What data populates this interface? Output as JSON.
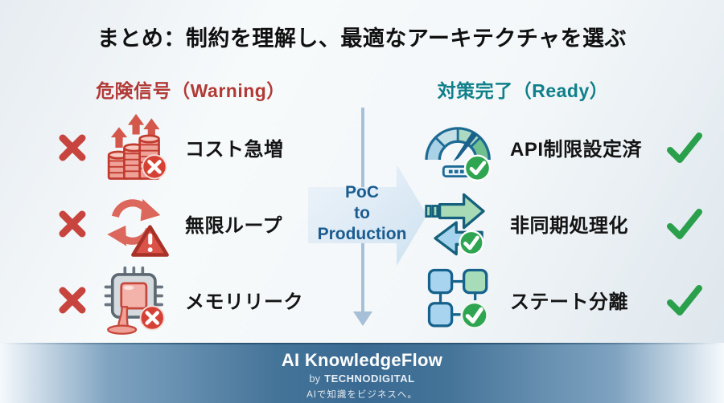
{
  "title": "まとめ：制約を理解し、最適なアーキテクチャを選ぶ",
  "warning_column": {
    "header": "危険信号（Warning）",
    "header_color": "#b23a36",
    "x_mark_color": "#c7453e",
    "items": [
      {
        "label": "コスト急増",
        "icon": "cost-surge-coins-icon"
      },
      {
        "label": "無限ループ",
        "icon": "infinite-loop-icon"
      },
      {
        "label": "メモリリーク",
        "icon": "memory-leak-chip-icon"
      }
    ]
  },
  "ready_column": {
    "header": "対策完了（Ready）",
    "header_color": "#0f7f8a",
    "check_mark_color": "#2ba04c",
    "items": [
      {
        "label": "API制限設定済",
        "icon": "api-limit-gauge-icon"
      },
      {
        "label": "非同期処理化",
        "icon": "async-arrows-icon"
      },
      {
        "label": "ステート分離",
        "icon": "state-separation-nodes-icon"
      }
    ]
  },
  "center_arrow": {
    "line1": "PoC",
    "line2": "to",
    "line3": "Production",
    "text_color": "#1a5c90"
  },
  "footer": {
    "brand": "AI KnowledgeFlow",
    "byline_prefix": "by",
    "byline_name": "TECHNODIGITAL",
    "tagline": "AIで知識をビジネスへ。",
    "band_color": "#3a6a92"
  },
  "colors": {
    "badge_red": "#d64136",
    "badge_green": "#2fa551",
    "icon_outline_blue": "#15607d",
    "icon_outline_red": "#c13b2f",
    "vertical_arrow": "#a7c0d8"
  }
}
